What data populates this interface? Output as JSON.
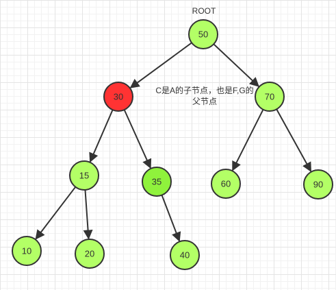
{
  "root_label": "ROOT",
  "annotation": "C是A的子节点，也是F,G的父节点",
  "colors": {
    "node_fill": "#b3ff66",
    "node_fill_alt": "#8ff23c",
    "highlight_fill": "#ff3333",
    "stroke": "#333333"
  },
  "nodes": [
    {
      "id": "n50",
      "label": "50",
      "style": "normal"
    },
    {
      "id": "n30",
      "label": "30",
      "style": "highlight"
    },
    {
      "id": "n70",
      "label": "70",
      "style": "normal"
    },
    {
      "id": "n15",
      "label": "15",
      "style": "normal"
    },
    {
      "id": "n35",
      "label": "35",
      "style": "alt"
    },
    {
      "id": "n60",
      "label": "60",
      "style": "normal"
    },
    {
      "id": "n90",
      "label": "90",
      "style": "normal"
    },
    {
      "id": "n10",
      "label": "10",
      "style": "normal"
    },
    {
      "id": "n20",
      "label": "20",
      "style": "normal"
    },
    {
      "id": "n40",
      "label": "40",
      "style": "normal"
    }
  ],
  "edges": [
    {
      "from": "n50",
      "to": "n30"
    },
    {
      "from": "n50",
      "to": "n70"
    },
    {
      "from": "n30",
      "to": "n15"
    },
    {
      "from": "n30",
      "to": "n35"
    },
    {
      "from": "n70",
      "to": "n60"
    },
    {
      "from": "n70",
      "to": "n90"
    },
    {
      "from": "n15",
      "to": "n10"
    },
    {
      "from": "n15",
      "to": "n20"
    },
    {
      "from": "n35",
      "to": "n40"
    }
  ]
}
